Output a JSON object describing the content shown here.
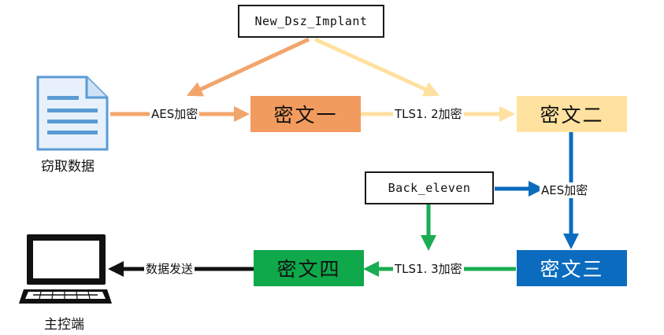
{
  "nodes": {
    "new_dsz_implant": "New_Dsz_Implant",
    "back_eleven": "Back_eleven",
    "ciphertext_1": "密文一",
    "ciphertext_2": "密文二",
    "ciphertext_3": "密文三",
    "ciphertext_4": "密文四",
    "stolen_data": "窃取数据",
    "controller": "主控端"
  },
  "edges": {
    "aes_encrypt_1": "AES加密",
    "tls12_encrypt": "TLS1. 2加密",
    "aes_encrypt_2": "AES加密",
    "tls13_encrypt": "TLS1. 3加密",
    "data_send": "数据发送"
  },
  "colors": {
    "ciphertext_1": "#f29b5e",
    "ciphertext_2": "#ffe29f",
    "ciphertext_3": "#0b6cbf",
    "ciphertext_4": "#0fa84b",
    "orange_arrow": "#f2a56b",
    "yellow_arrow": "#ffe0a0",
    "blue_arrow": "#0b6cbf",
    "green_arrow": "#1aac52",
    "document_icon": "#5b9bd5",
    "monitor_icon": "#111111"
  },
  "icons": {
    "document": "document-icon",
    "monitor": "computer-monitor-icon"
  }
}
